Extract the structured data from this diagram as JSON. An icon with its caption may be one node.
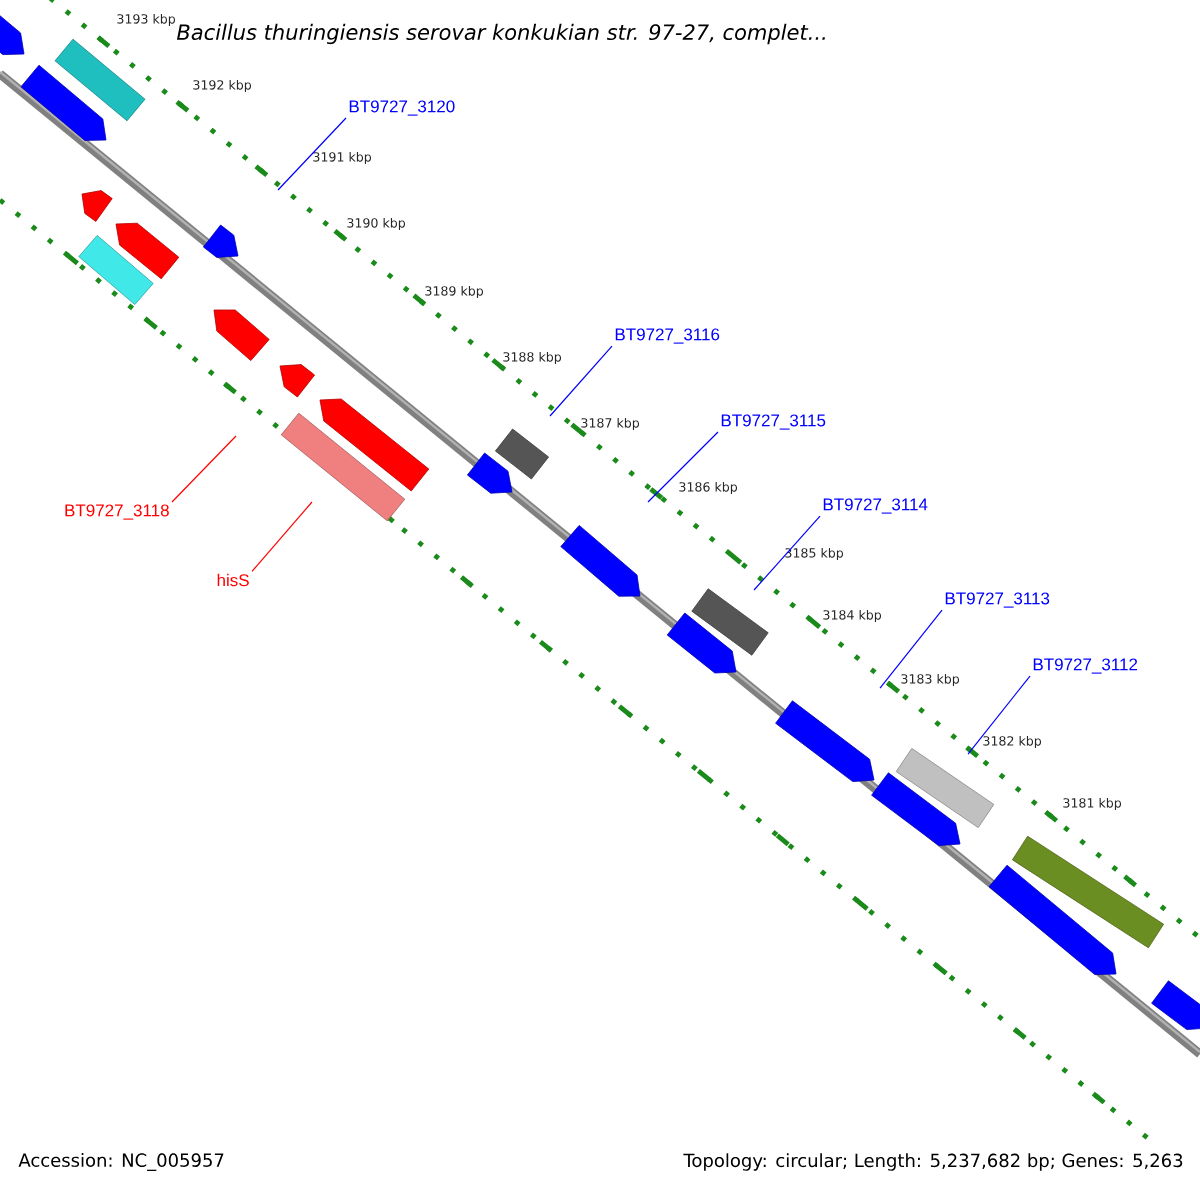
{
  "diagram": {
    "title": "Bacillus thuringiensis serovar konkukian str. 97-27, complet...",
    "nodes": [
      {
        "text": [
          "BT9727_3120"
        ]
      },
      {
        "text": [
          "BT9727_3116"
        ]
      },
      {
        "text": [
          "BT9727_3115"
        ]
      },
      {
        "text": [
          "BT9727_3114"
        ]
      },
      {
        "text": [
          "BT9727_3113"
        ]
      },
      {
        "text": [
          "BT9727_3112"
        ]
      },
      {
        "text": [
          "BT9727_3118"
        ]
      },
      {
        "text": [
          "hisS"
        ]
      }
    ],
    "edges": [
      {
        "from": 0,
        "to": null,
        "arrow": "none"
      },
      {
        "from": 1,
        "to": null,
        "arrow": "none"
      },
      {
        "from": 2,
        "to": null,
        "arrow": "none"
      },
      {
        "from": 3,
        "to": null,
        "arrow": "none"
      },
      {
        "from": 4,
        "to": null,
        "arrow": "none"
      },
      {
        "from": 5,
        "to": null,
        "arrow": "none"
      },
      {
        "from": 6,
        "to": null,
        "arrow": "none",
        "color": "#ff0000"
      },
      {
        "from": 7,
        "to": null,
        "arrow": "none",
        "color": "#ff0000"
      }
    ],
    "labels": [
      "3193 kbp",
      "3192 kbp",
      "3191 kbp",
      "3190 kbp",
      "3189 kbp",
      "3188 kbp",
      "3187 kbp",
      "3186 kbp",
      "3185 kbp",
      "3184 kbp",
      "3183 kbp",
      "3182 kbp",
      "3181 kbp",
      "Accession: NC_005957",
      "Topology: circular; Length: 5,237,682 bp; Genes: 5,263"
    ]
  }
}
